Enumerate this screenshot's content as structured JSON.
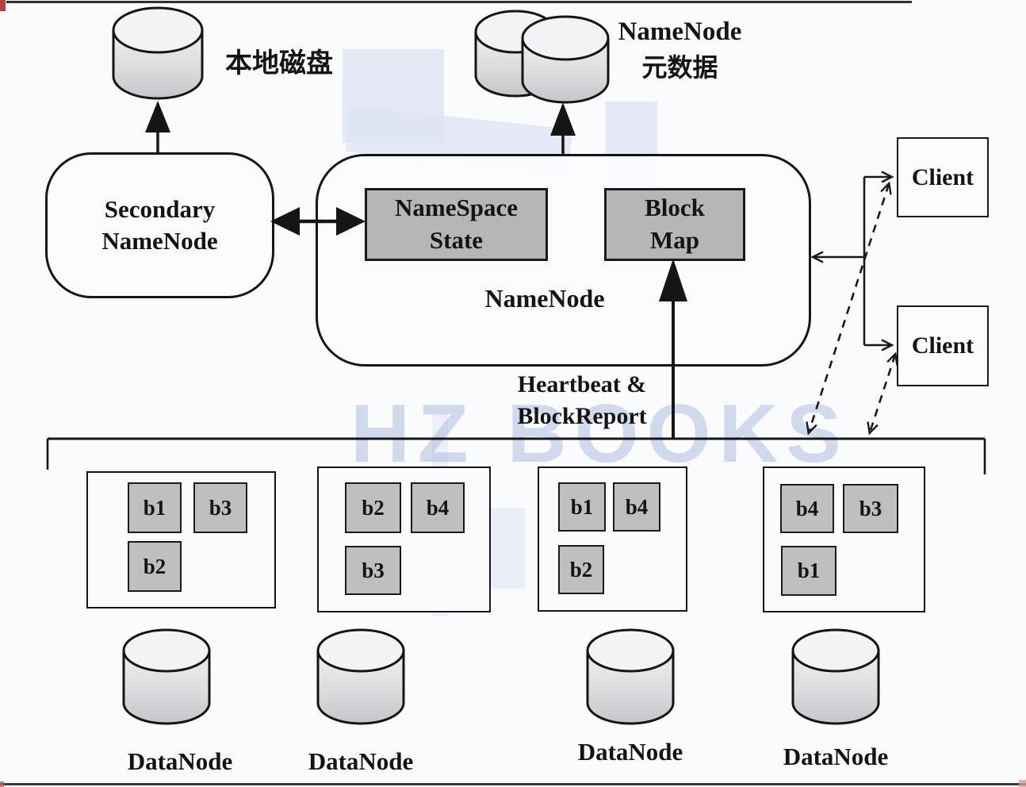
{
  "watermark": {
    "text": "HZ BOOKS"
  },
  "local_disk": {
    "label": "本地磁盘"
  },
  "namenode_metadata": {
    "label_line1": "NameNode",
    "label_line2": "元数据"
  },
  "secondary_namenode": {
    "label_line1": "Secondary",
    "label_line2": "NameNode"
  },
  "namenode": {
    "label": "NameNode",
    "namespace_state": {
      "line1": "NameSpace",
      "line2": "State"
    },
    "block_map": {
      "line1": "Block",
      "line2": "Map"
    }
  },
  "clients": [
    {
      "label": "Client"
    },
    {
      "label": "Client"
    }
  ],
  "heartbeat": {
    "line1": "Heartbeat &",
    "line2": "BlockReport"
  },
  "datanodes": [
    {
      "label": "DataNode",
      "blocks": [
        "b1",
        "b3",
        "b2"
      ]
    },
    {
      "label": "DataNode",
      "blocks": [
        "b2",
        "b4",
        "b3"
      ]
    },
    {
      "label": "DataNode",
      "blocks": [
        "b1",
        "b4",
        "b2"
      ]
    },
    {
      "label": "DataNode",
      "blocks": [
        "b4",
        "b3",
        "b1"
      ]
    }
  ],
  "colors": {
    "line": "#1a1a1a",
    "gray_box_fill": "#b6b6b8",
    "block_fill": "#bfbfc1",
    "watermark_block": "#dde3f2",
    "background": "#fafbfd"
  }
}
